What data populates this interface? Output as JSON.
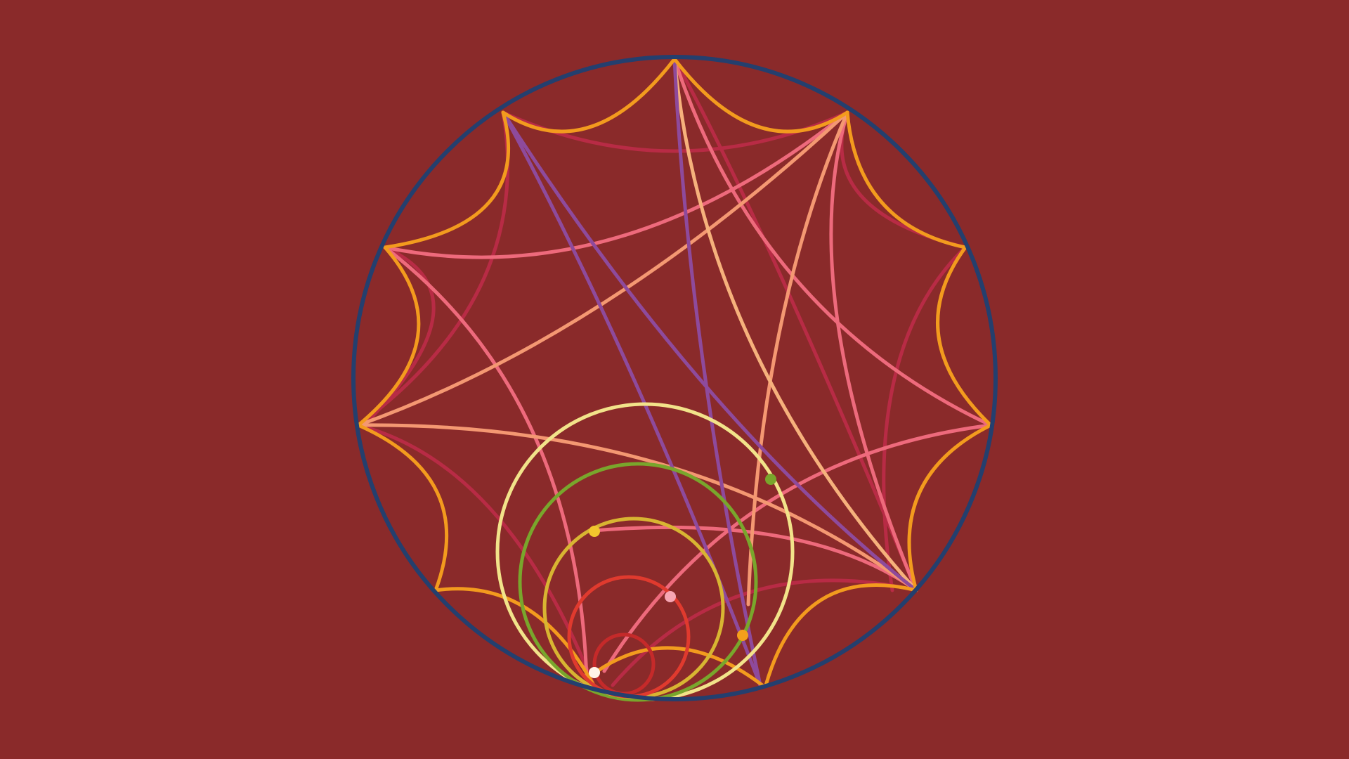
{
  "background_color": "#8A2A2A",
  "palette": {
    "boundary": "#243F6E",
    "orange": "#F39B1E",
    "crimson": "#B82B45",
    "pink": "#EE6A7C",
    "salmon": "#F49872",
    "peach": "#F6B17C",
    "purple": "#8E4A9C",
    "cream": "#F2E38A",
    "green": "#79A62C",
    "mustard": "#D8B532",
    "red": "#E03A2E",
    "darkred": "#C52A2A",
    "dot_green": "#79A62C",
    "dot_yellow": "#F2C62D",
    "dot_pink": "#F7A6B4",
    "dot_orange": "#F5A01B",
    "dot_white": "#FFF4E8"
  },
  "description": {
    "style": "hyperbolic-disk geodesic tiling",
    "boundary_points": 11,
    "nested_circles": 6,
    "dots": 5
  }
}
